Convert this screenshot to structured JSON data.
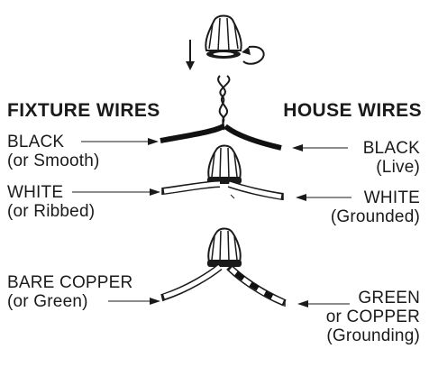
{
  "headings": {
    "fixture": "FIXTURE WIRES",
    "house": "HOUSE WIRES"
  },
  "fixture_wires": [
    {
      "name": "BLACK",
      "note": "(or Smooth)"
    },
    {
      "name": "WHITE",
      "note": "(or Ribbed)"
    },
    {
      "name": "BARE COPPER",
      "note": "(or Green)"
    }
  ],
  "house_wires": [
    {
      "name": "BLACK",
      "note": "(Live)"
    },
    {
      "name": "WHITE",
      "note": "(Grounded)"
    },
    {
      "name_line1": "GREEN",
      "name_line2": "or COPPER",
      "note": "(Grounding)"
    }
  ],
  "colors": {
    "ink": "#1a1a1a",
    "black_wire": "#111111",
    "white_wire": "#ffffff",
    "copper_stripe": "#111111"
  }
}
